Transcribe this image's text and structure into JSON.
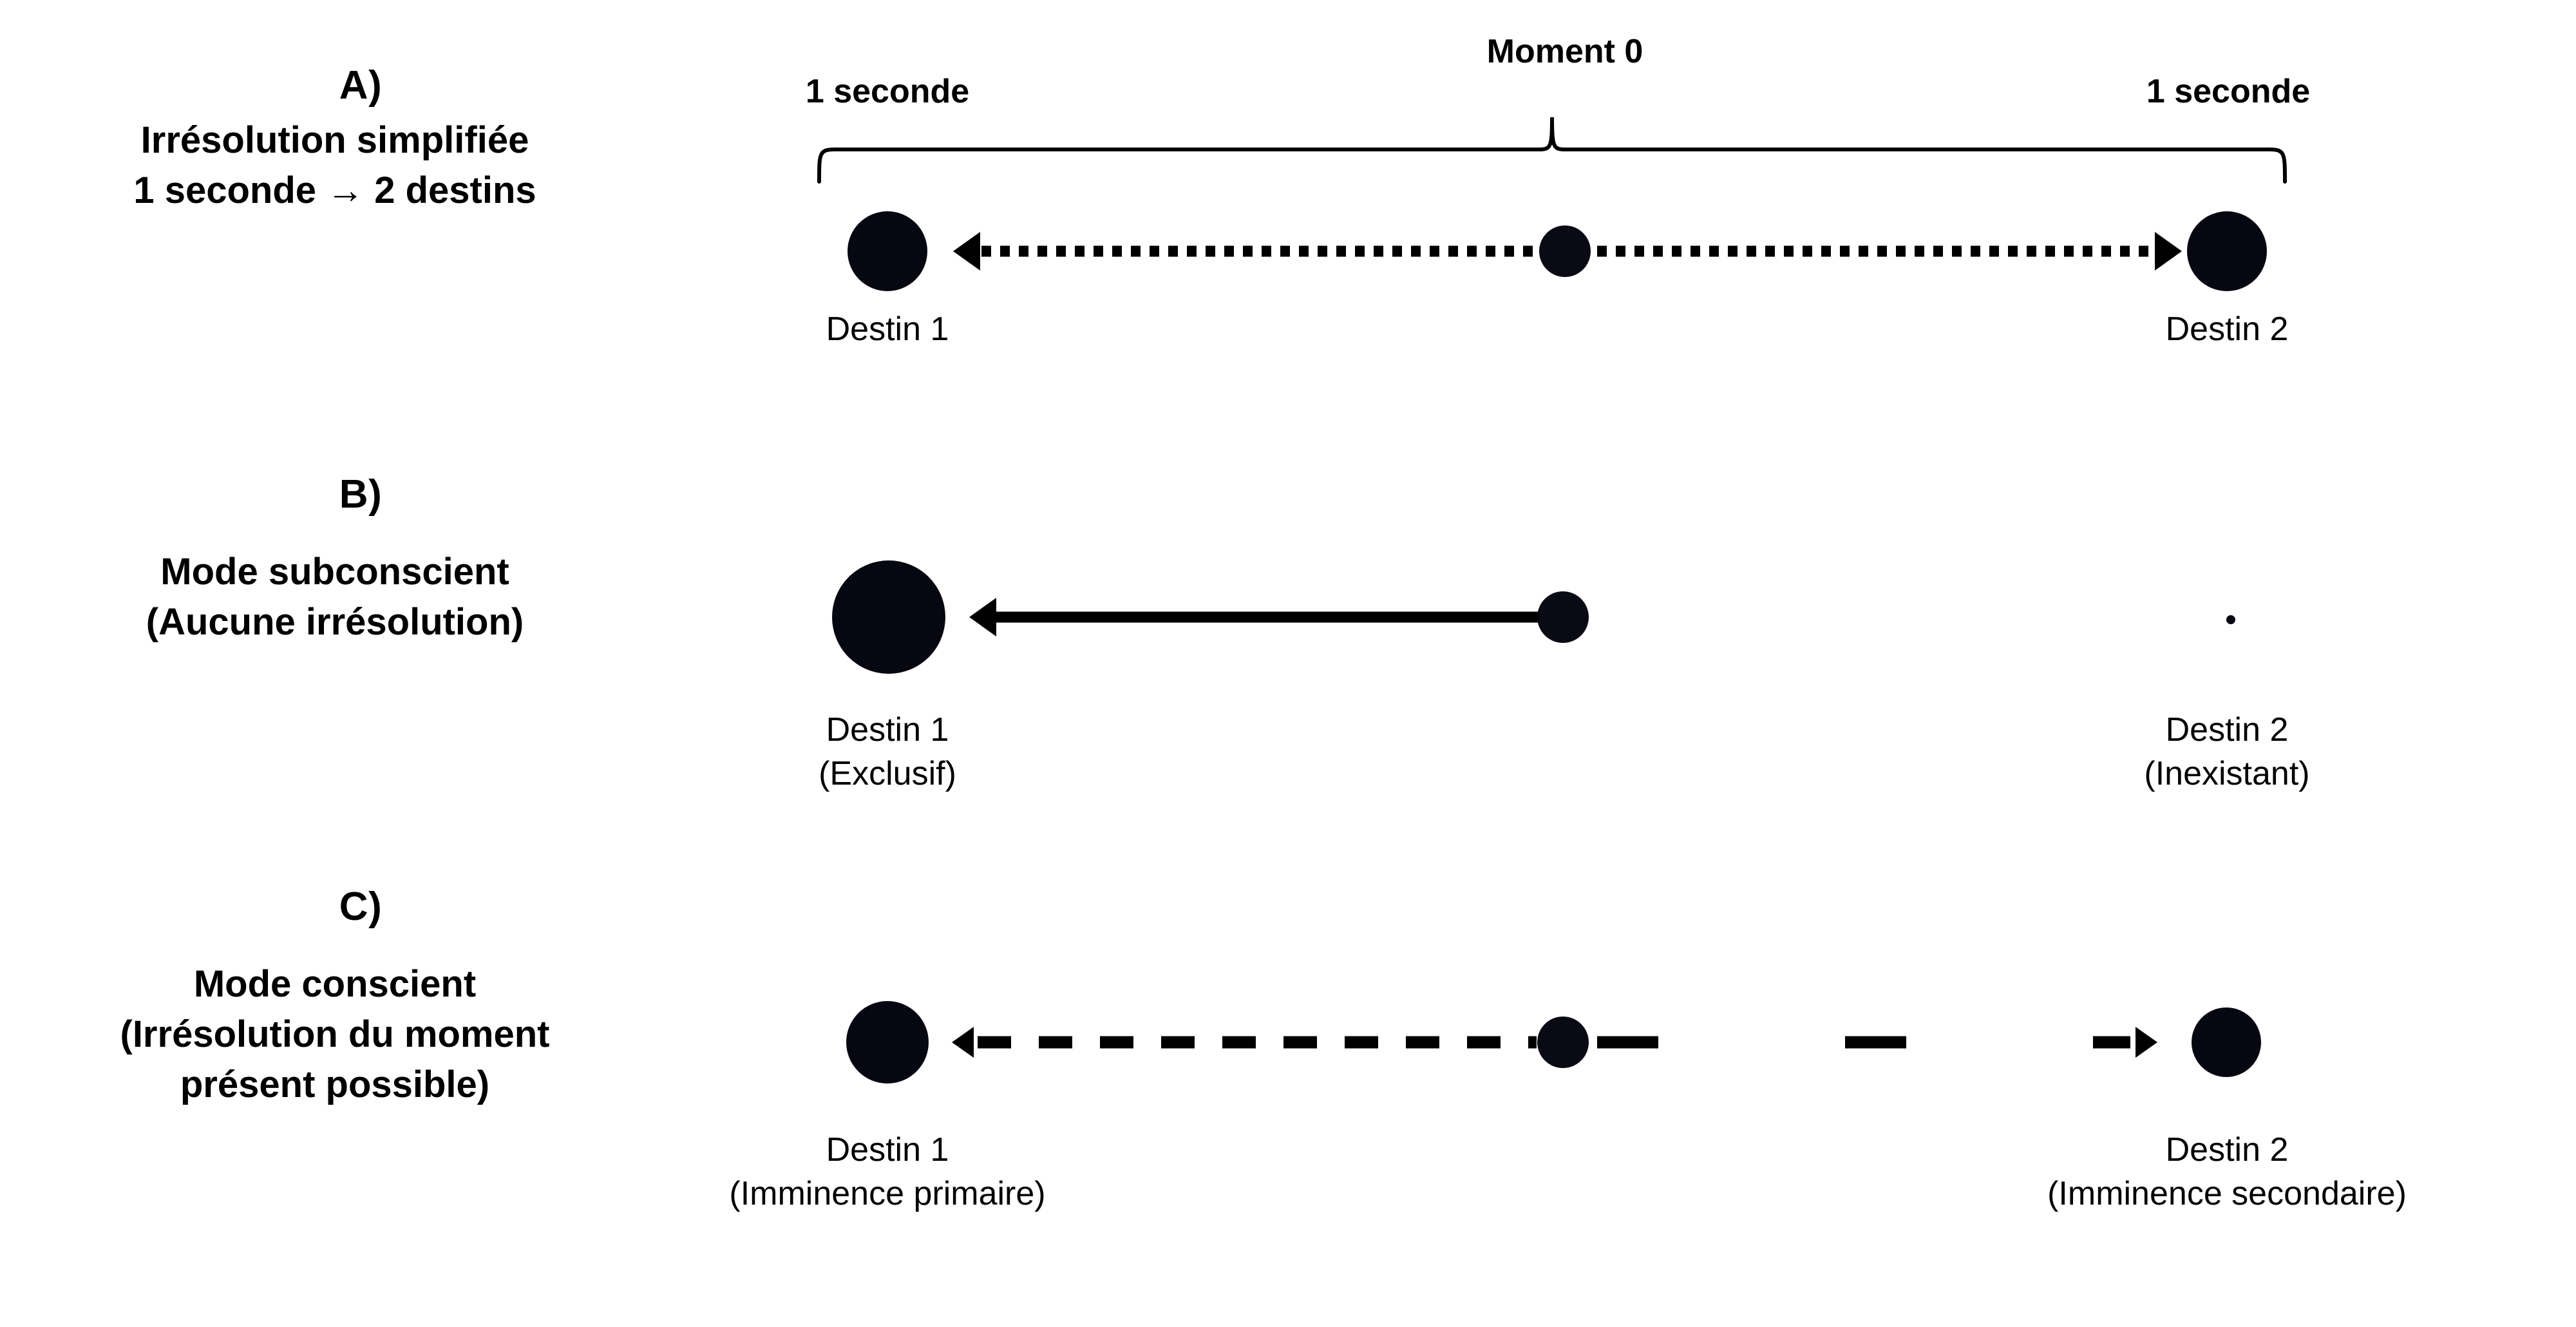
{
  "figure": {
    "panels": [
      {
        "letter": "A)",
        "caption_line1": "Irrésolution simplifiée",
        "caption_line2": "1 seconde → 2 destins",
        "top_labels": {
          "left": "1 seconde",
          "center": "Moment 0",
          "right": "1 seconde"
        },
        "left_node": {
          "label": "Destin 1",
          "sublabel": ""
        },
        "right_node": {
          "label": "Destin 2",
          "sublabel": ""
        },
        "arrow_style_left": "dotted",
        "arrow_style_right": "dotted"
      },
      {
        "letter": "B)",
        "caption_line1": "Mode subconscient",
        "caption_line2": "(Aucune irrésolution)",
        "left_node": {
          "label": "Destin 1",
          "sublabel": "(Exclusif)"
        },
        "right_node": {
          "label": "Destin 2",
          "sublabel": "(Inexistant)"
        },
        "arrow_style_left": "solid",
        "arrow_style_right": "none"
      },
      {
        "letter": "C)",
        "caption_line1": "Mode conscient",
        "caption_line2": "(Irrésolution du moment",
        "caption_line3": "présent possible)",
        "left_node": {
          "label": "Destin 1",
          "sublabel": "(Imminence primaire)"
        },
        "right_node": {
          "label": "Destin 2",
          "sublabel": "(Imminence secondaire)"
        },
        "arrow_style_left": "dashed",
        "arrow_style_right": "sparse-dashed"
      }
    ],
    "colors": {
      "ink": "#000000",
      "background": "#ffffff"
    }
  }
}
